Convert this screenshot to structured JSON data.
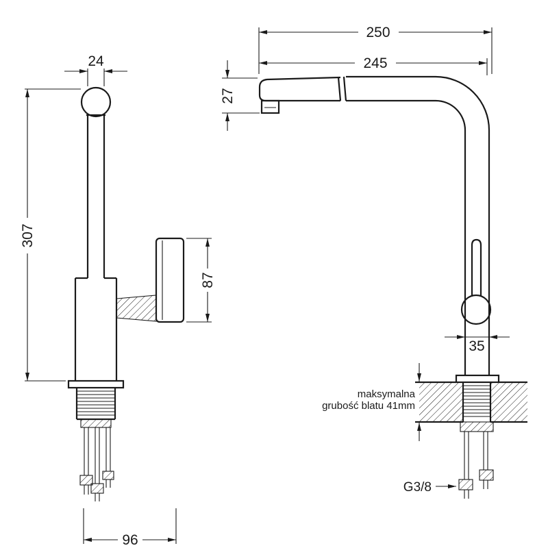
{
  "drawing": {
    "subject": "kitchen faucet dimensional drawing",
    "colors": {
      "ink": "#1a1a1a",
      "background": "#ffffff"
    },
    "dims": {
      "cap_width": "24",
      "total_height": "307",
      "handle_height": "87",
      "base_depth": "96",
      "overall_reach": "250",
      "spout_reach": "245",
      "head_height": "27",
      "body_width": "35"
    },
    "labels": {
      "counter_note_1": "maksymalna",
      "counter_note_2": "grubość blatu 41mm",
      "thread_size": "G3/8"
    }
  }
}
